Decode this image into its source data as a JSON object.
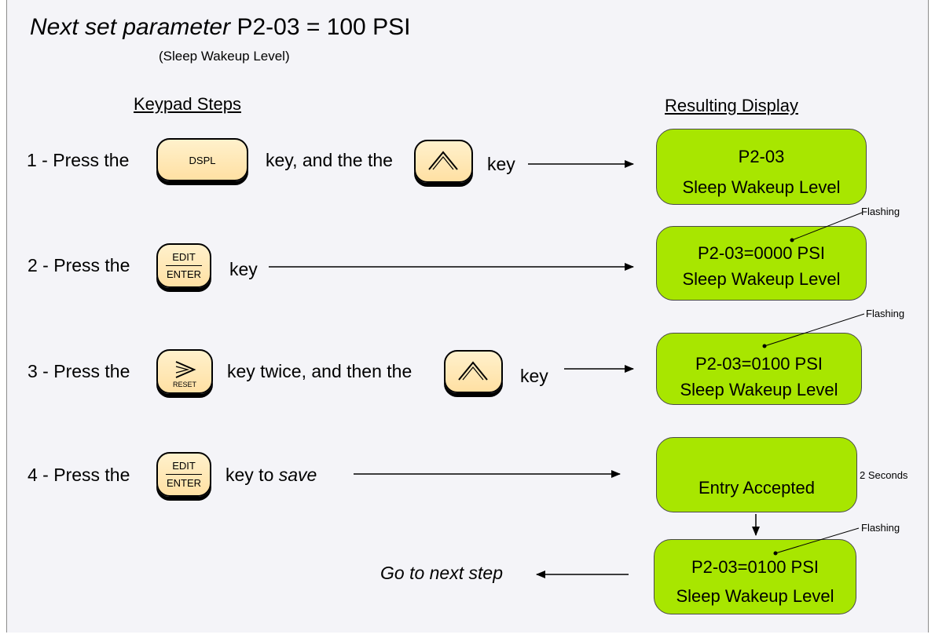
{
  "title": {
    "italic": "Next set  parameter",
    "rest": " P2-03 = 100 PSI"
  },
  "subtitle": "(Sleep Wakeup Level)",
  "headers": {
    "keypad": "Keypad Steps",
    "display": "Resulting Display"
  },
  "steps": [
    {
      "prefix": "1 - Press the",
      "mid": "key, and the the",
      "suffix": "key"
    },
    {
      "prefix": "2 - Press the",
      "suffix": "key"
    },
    {
      "prefix": "3 - Press the",
      "mid": "key twice, and then the",
      "suffix": "key"
    },
    {
      "prefix": "4 - Press the",
      "suffix_plain": "key to ",
      "suffix_italic": "save"
    }
  ],
  "keys": {
    "dspl": "DSPL",
    "edit_top": "EDIT",
    "edit_bottom": "ENTER",
    "reset": "RESET"
  },
  "displays": [
    {
      "line1": "P2-03",
      "line2": "Sleep Wakeup Level"
    },
    {
      "line1": "P2-03=0000 PSI",
      "line2": "Sleep Wakeup Level"
    },
    {
      "line1": "P2-03=0100 PSI",
      "line2": "Sleep Wakeup Level"
    },
    {
      "line1": "Entry Accepted"
    },
    {
      "line1": "P2-03=0100 PSI",
      "line2": "Sleep Wakeup Level"
    }
  ],
  "notes": {
    "flashing": "Flashing",
    "two_seconds": "2 Seconds"
  },
  "go_next": "Go to next step"
}
